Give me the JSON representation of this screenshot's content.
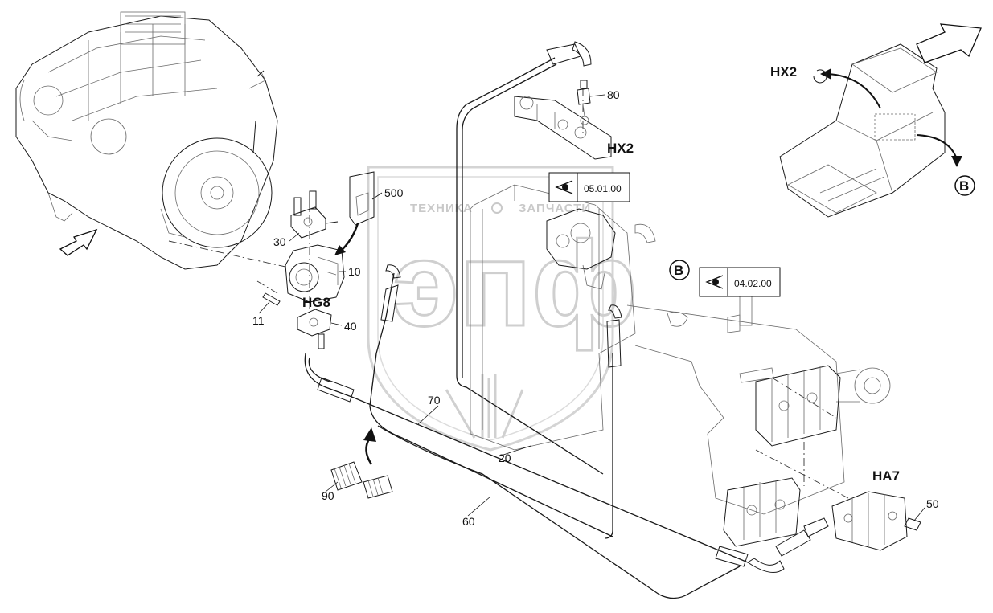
{
  "watermark": {
    "top_text": "ТЕХНИКА",
    "top_text_right": "ЗАПЧАСТИ",
    "logo_text": "эпф"
  },
  "labels": {
    "p500": "500",
    "p30": "30",
    "p10": "10",
    "p11": "11",
    "p40": "40",
    "p80": "80",
    "p70": "70",
    "p20": "20",
    "p90": "90",
    "p60": "60",
    "p50": "50"
  },
  "component_codes": {
    "hg8": "HG8",
    "hx2_main": "HX2",
    "hx2_detail": "HX2",
    "ha7": "HA7",
    "b_callout": "B",
    "b_detail": "B"
  },
  "view_refs": {
    "ref_top": "05.01.00",
    "ref_mid": "04.02.00"
  },
  "icons": [
    "view-eye-icon",
    "direction-arrow-icon",
    "circled-b-icon"
  ]
}
